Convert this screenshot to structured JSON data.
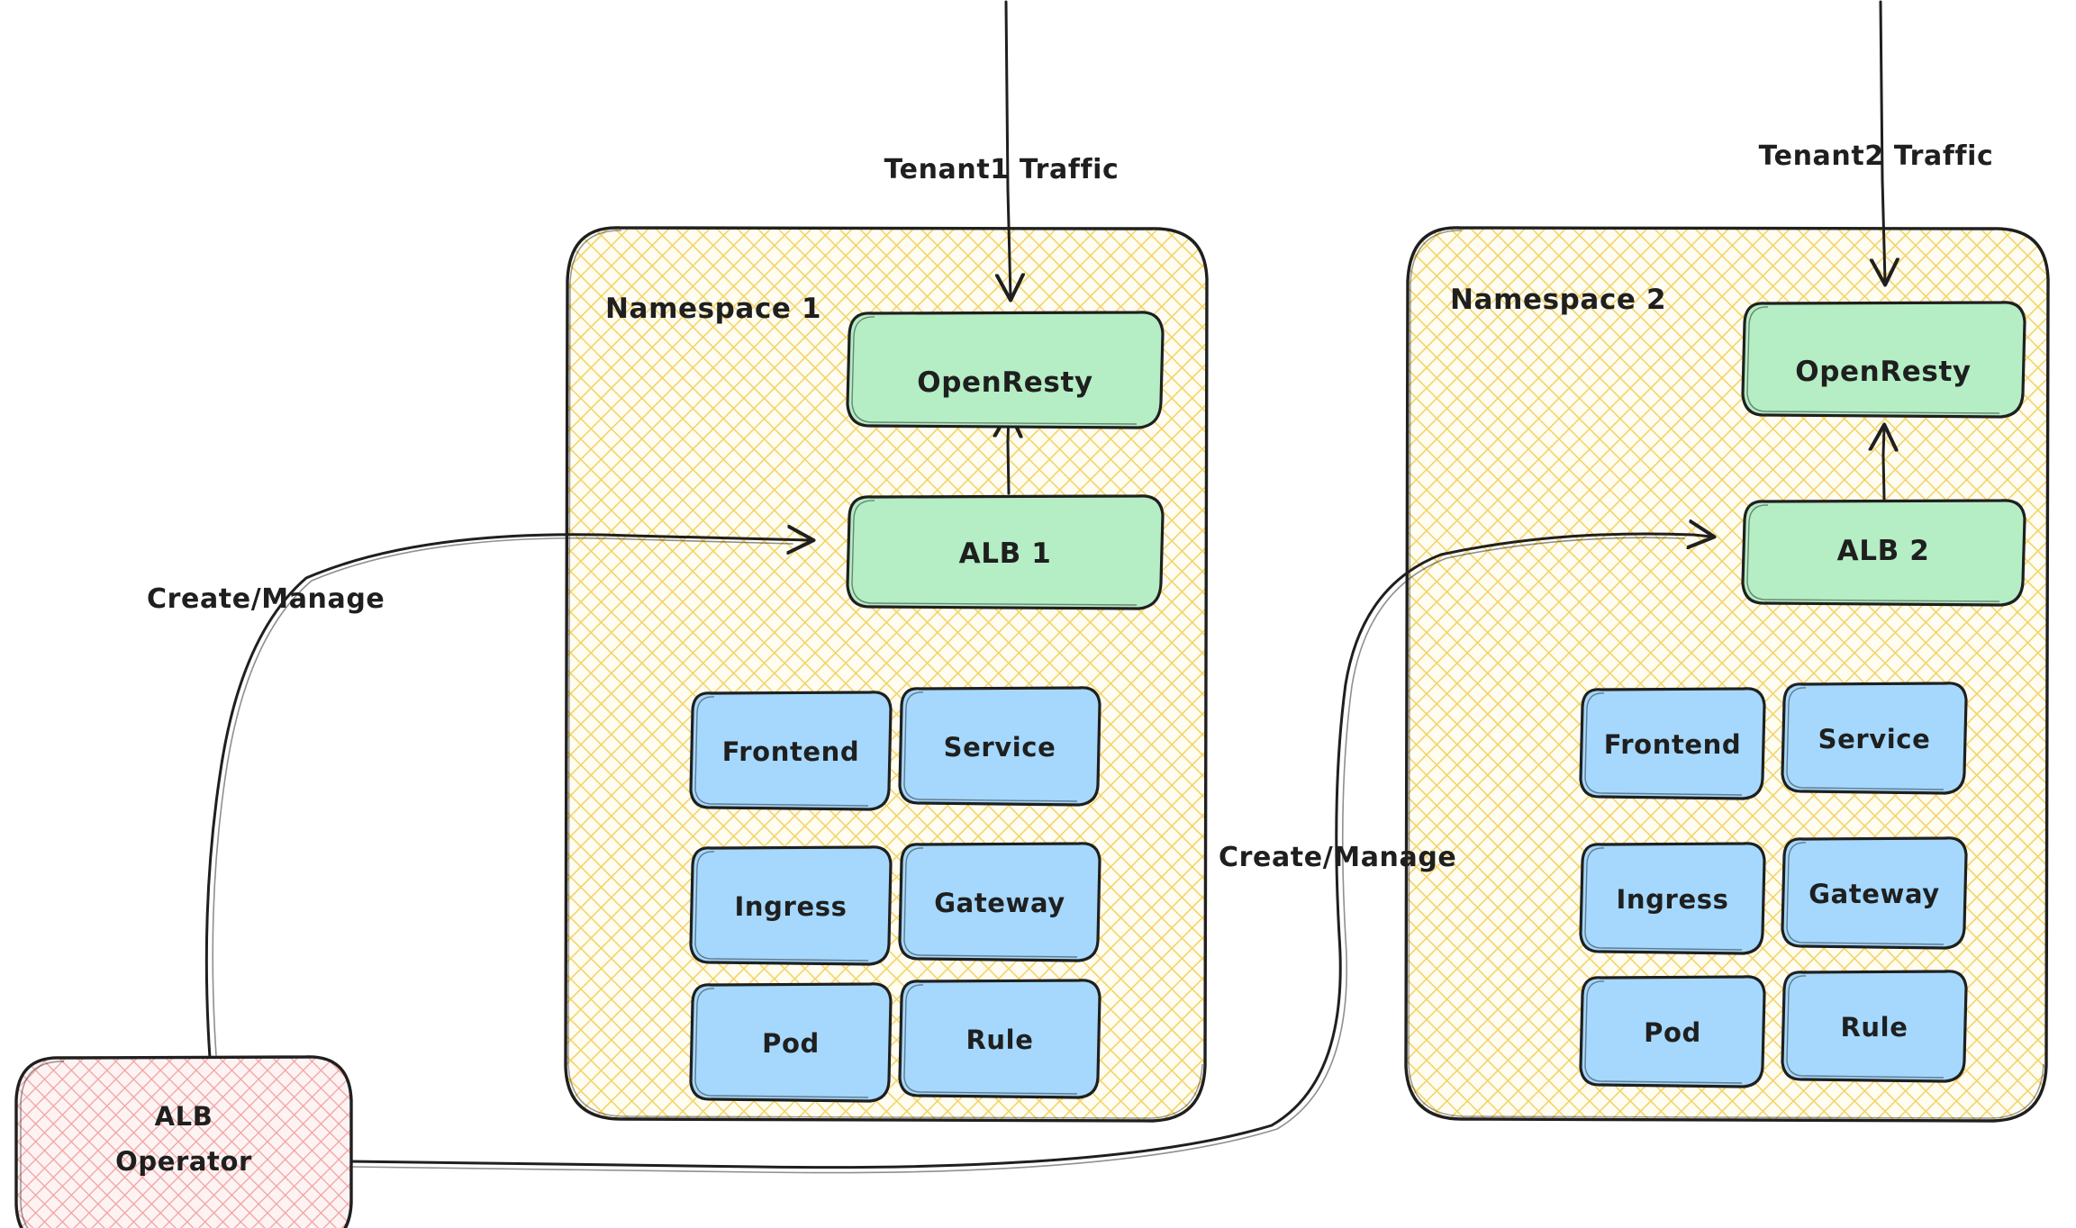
{
  "diagram": {
    "title": "ALB Operator multi-tenant namespace architecture",
    "style": "hand-drawn",
    "colors": {
      "green_fill": "#b5edc4",
      "blue_fill": "#a5d8fc",
      "yellow_hatch": "#f3d469",
      "pink_hatch": "#f2a3a3",
      "stroke": "#1f1f1f",
      "background": "#ffffff"
    },
    "traffic_labels": [
      {
        "id": "tenant1",
        "text": "Tenant1 Traffic"
      },
      {
        "id": "tenant2",
        "text": "Tenant2 Traffic"
      }
    ],
    "edge_labels": [
      {
        "id": "create-manage-1",
        "text": "Create/Manage"
      },
      {
        "id": "create-manage-2",
        "text": "Create/Manage"
      }
    ],
    "operator": {
      "line1": "ALB",
      "line2": "Operator"
    },
    "namespaces": [
      {
        "id": "namespace-1",
        "label": "Namespace 1",
        "gateway": "OpenResty",
        "alb": "ALB 1",
        "resources": [
          "Frontend",
          "Service",
          "Ingress",
          "Gateway",
          "Pod",
          "Rule"
        ]
      },
      {
        "id": "namespace-2",
        "label": "Namespace 2",
        "gateway": "OpenResty",
        "alb": "ALB 2",
        "resources": [
          "Frontend",
          "Service",
          "Ingress",
          "Gateway",
          "Pod",
          "Rule"
        ]
      }
    ]
  }
}
